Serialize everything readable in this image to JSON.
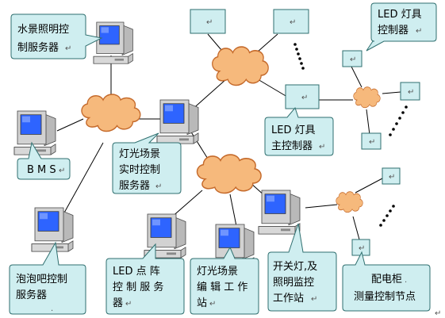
{
  "colors": {
    "cloud_fill": "#f6b97c",
    "cloud_stroke": "#c56a2b",
    "callout_fill": "#cfeef0",
    "callout_stroke": "#2f6f6f",
    "box_fill": "#cfeef0",
    "box_stroke": "#2f6f6f",
    "screen_blue": "#2e64ff",
    "computer_body": "#d2d2d2",
    "line": "#000000"
  },
  "callouts": {
    "water_server": {
      "lines": [
        "水景照明控",
        "制服务器"
      ],
      "mark": "↵"
    },
    "bms": {
      "lines": [
        "B M S"
      ],
      "mark": "↵"
    },
    "bubble_bar": {
      "lines": [
        "泡泡吧控制",
        "服务器"
      ],
      "mark": "."
    },
    "realtime_server": {
      "lines": [
        "灯光场景",
        "实时控制",
        "服务器"
      ],
      "mark": "↵"
    },
    "led_main": {
      "lines": [
        "LED  灯具",
        "主控制器"
      ],
      "mark": "↵"
    },
    "led_controller": {
      "lines": [
        "LED  灯具",
        "控制器"
      ],
      "mark": "↵"
    },
    "led_matrix": {
      "lines": [
        "LED 点 阵",
        "控 制 服 务",
        "器"
      ],
      "mark": "↵"
    },
    "scene_edit": {
      "lines": [
        "灯光场景",
        "编 辑 工 作",
        "站"
      ],
      "mark": "↵"
    },
    "switch_monitor": {
      "lines": [
        "开关灯,及",
        "照明监控",
        "工作站"
      ],
      "mark": "↵"
    },
    "distribution": {
      "lines": [
        "配电柜",
        "测量控制节点"
      ],
      "mark": "."
    }
  },
  "box_mark": "↵",
  "page_mark": "↵"
}
